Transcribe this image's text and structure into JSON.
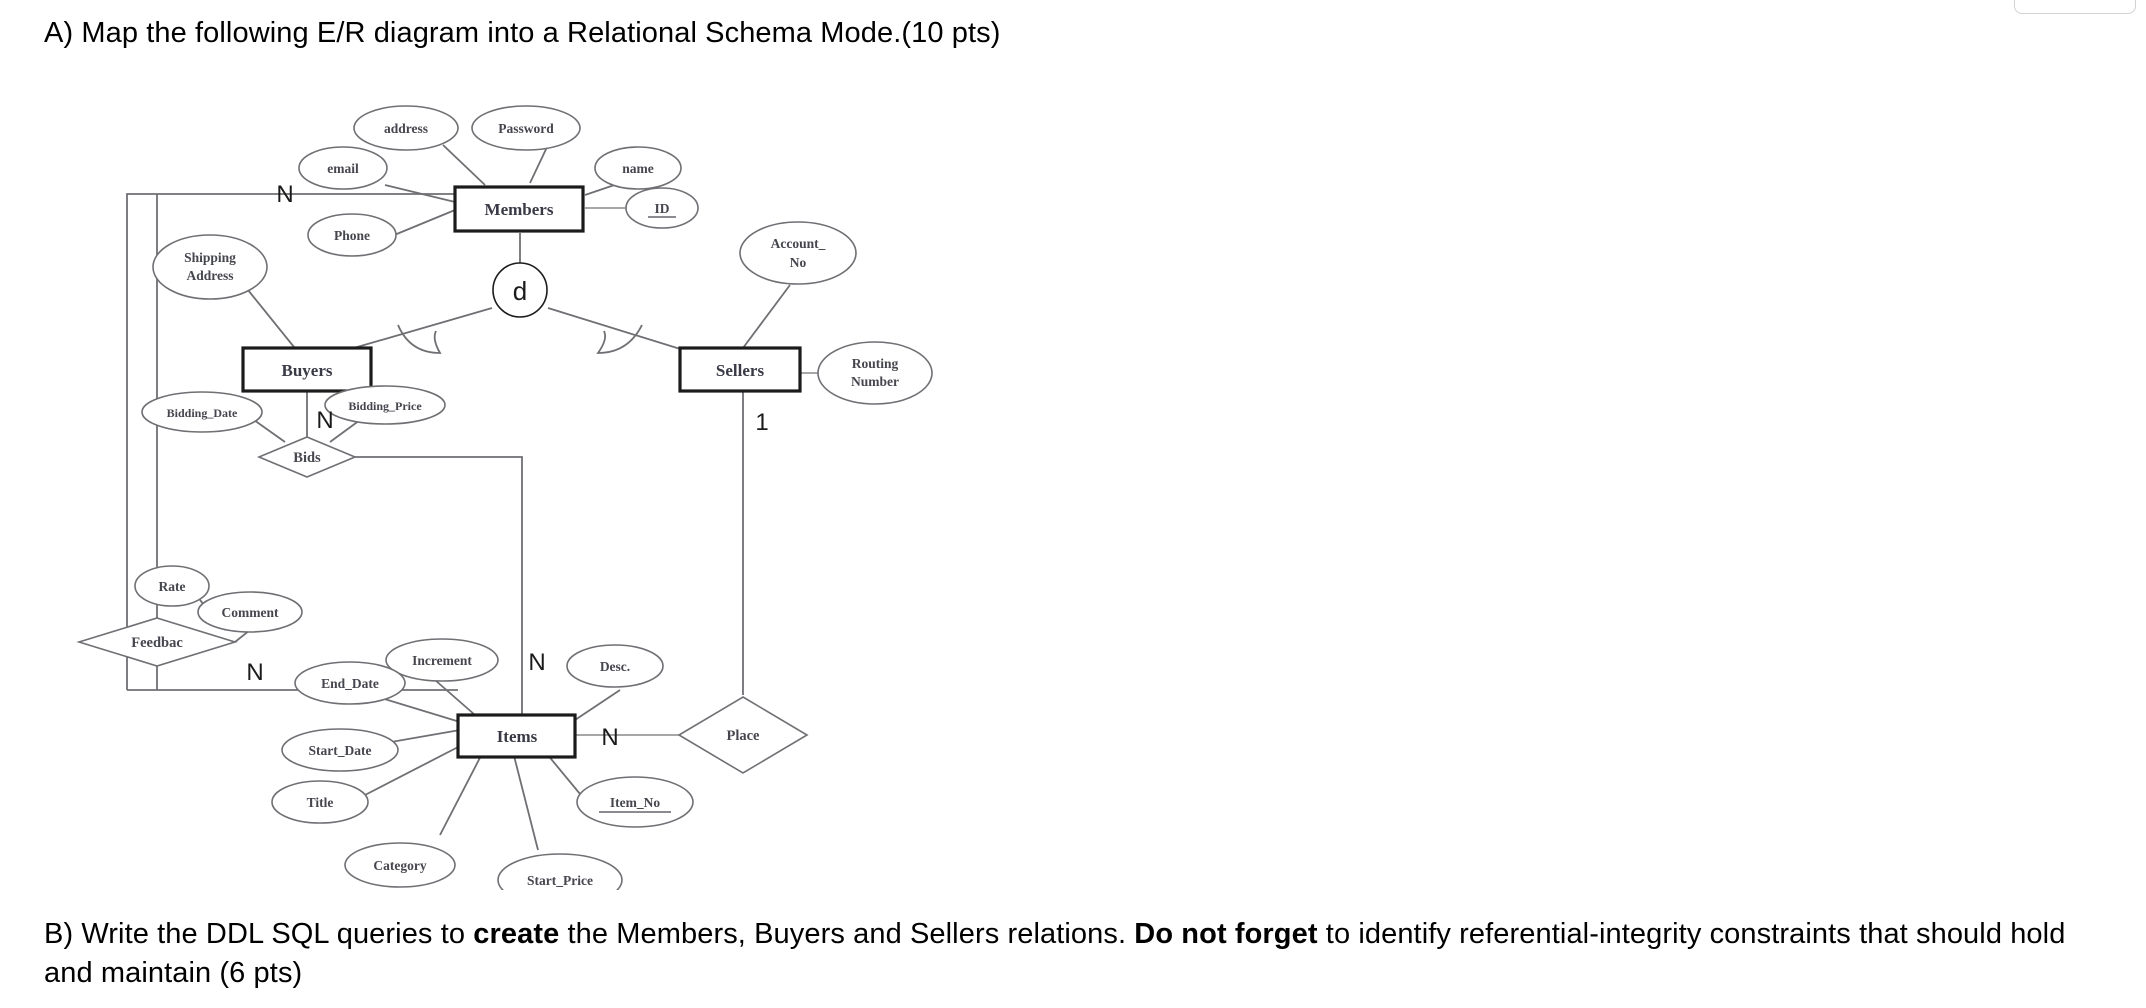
{
  "questions": {
    "a_prefix": "A) Map the following E/R diagram into a Relational Schema Mode.(10 pts)",
    "b_part1": "B) Write the DDL SQL queries to ",
    "b_bold1": "create",
    "b_part2": " the Members, Buyers and Sellers relations. ",
    "b_bold2": "Do not forget",
    "b_part3": " to identify referential-integrity constraints that should hold and maintain (6 pts)"
  },
  "diagram": {
    "entities": {
      "members": "Members",
      "buyers": "Buyers",
      "sellers": "Sellers",
      "items": "Items"
    },
    "relationships": {
      "bids": "Bids",
      "feedback": "Feedbac",
      "place": "Place"
    },
    "specialization": {
      "symbol": "d"
    },
    "attributes": {
      "address": "address",
      "password": "Password",
      "email": "email",
      "name": "name",
      "id": "ID",
      "phone": "Phone",
      "shipping_address_line1": "Shipping",
      "shipping_address_line2": "Address",
      "account_no_line1": "Account_",
      "account_no_line2": "No",
      "routing_number_line1": "Routing",
      "routing_number_line2": "Number",
      "bidding_date": "Bidding_Date",
      "bidding_price": "Bidding_Price",
      "rate": "Rate",
      "comment": "Comment",
      "increment": "Increment",
      "desc": "Desc.",
      "end_date": "End_Date",
      "start_date": "Start_Date",
      "title": "Title",
      "item_no": "Item_No",
      "category": "Category",
      "start_price": "Start_Price"
    },
    "cardinalities": {
      "members_feedback_n": "N",
      "buyers_bids_n": "N",
      "sellers_place_1": "1",
      "items_bids_n": "N",
      "items_place_n": "N",
      "items_feedback_n": "N"
    },
    "colors": {
      "line": "#6f6f74",
      "entity_border": "#1b1b1b",
      "text": "#46464f",
      "cardinality_text": "#1b1b1b",
      "background": "#ffffff"
    }
  }
}
